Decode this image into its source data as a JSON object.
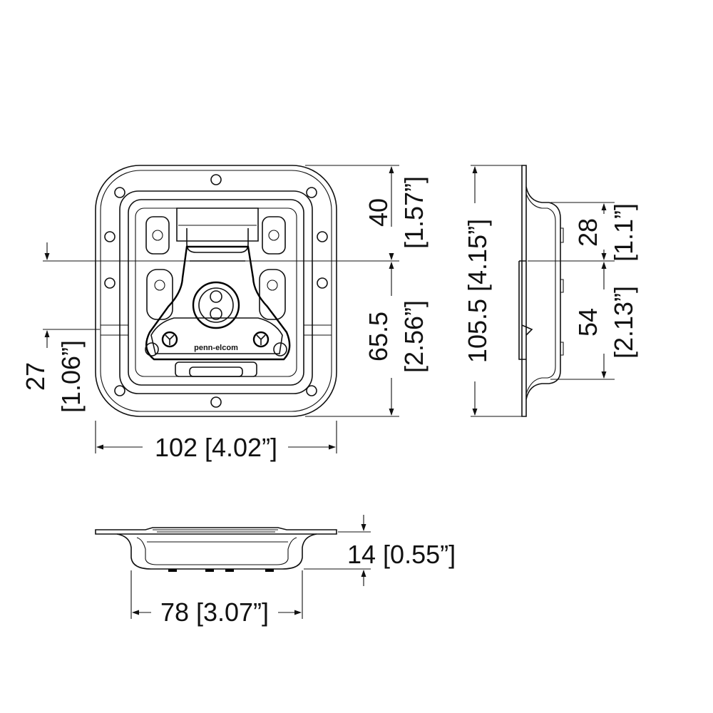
{
  "brand": "penn-elcom",
  "dimensions": {
    "top_section": {
      "mm": "40",
      "in": "[1.57”]"
    },
    "lower_section": {
      "mm": "65.5",
      "in": "[2.56”]"
    },
    "left_offset": {
      "mm": "27",
      "in": "[1.06”]"
    },
    "overall_width": "102 [4.02”]",
    "overall_height": "105.5 [4.15”]",
    "side_upper": {
      "mm": "28",
      "in": "[1.1”]"
    },
    "side_lower": {
      "mm": "54",
      "in": "[2.13”]"
    },
    "depth": "14 [0.55”]",
    "dish_width": "78 [3.07”]"
  }
}
